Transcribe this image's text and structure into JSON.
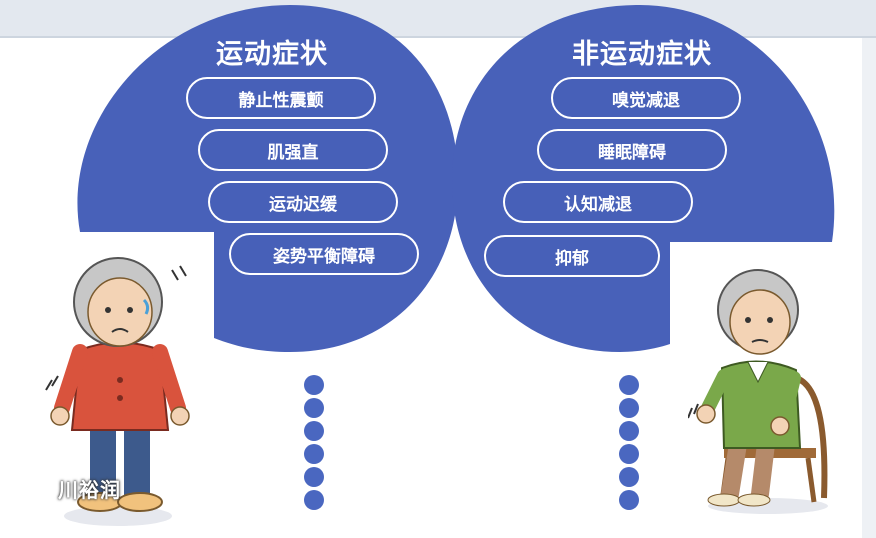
{
  "colors": {
    "blob": "#4861b9",
    "dots": "#4a67c0",
    "pill_border": "#ffffff"
  },
  "motor": {
    "title": "运动症状",
    "items": [
      "静止性震颤",
      "肌强直",
      "运动迟缓",
      "姿势平衡障碍"
    ]
  },
  "non_motor": {
    "title": "非运动症状",
    "items": [
      "嗅觉减退",
      "睡眠障碍",
      "认知减退",
      "抑郁"
    ]
  },
  "dot_columns": {
    "count_per_column": 6
  },
  "watermark": "川裕润",
  "figures": {
    "left": "elderly-woman-trembling-icon",
    "right": "elderly-man-seated-icon"
  }
}
